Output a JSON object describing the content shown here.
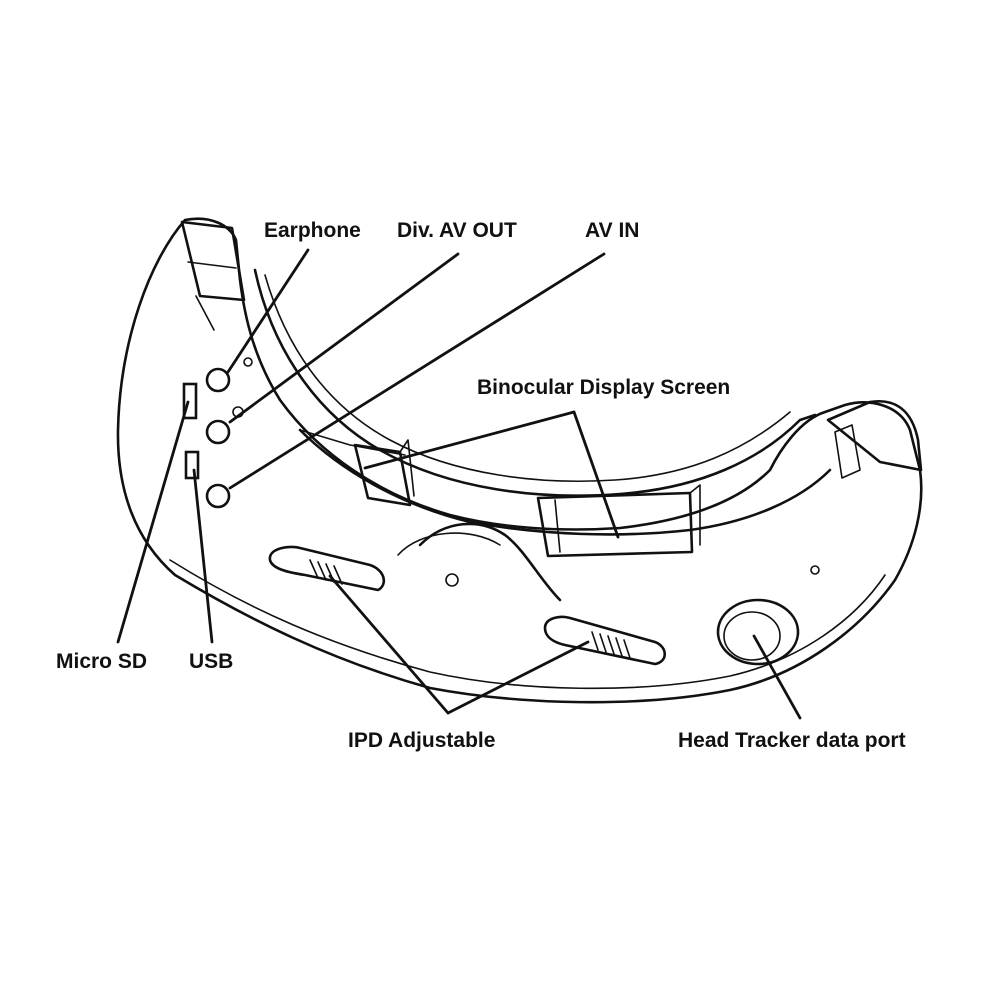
{
  "diagram": {
    "labels": {
      "earphone": "Earphone",
      "div_av_out": "Div. AV OUT",
      "av_in": "AV IN",
      "binocular_display_screen": "Binocular Display Screen",
      "micro_sd": "Micro SD",
      "usb": "USB",
      "ipd_adjustable": "IPD Adjustable",
      "head_tracker_data_port": "Head Tracker data port"
    }
  }
}
